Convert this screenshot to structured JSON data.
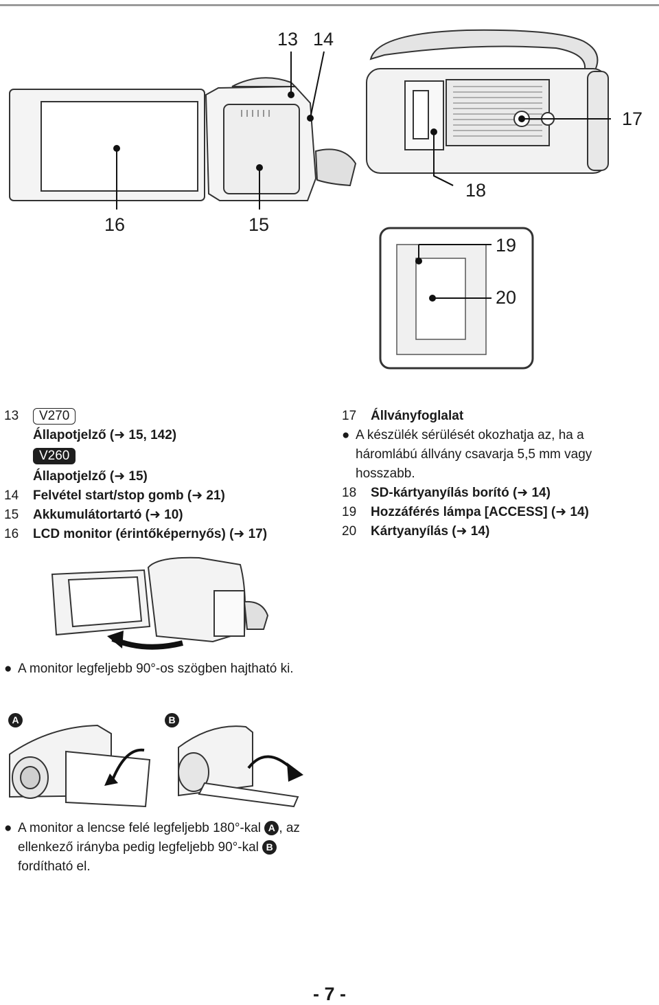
{
  "callouts": {
    "c13": "13",
    "c14": "14",
    "c15": "15",
    "c16": "16",
    "c17": "17",
    "c18": "18",
    "c19": "19",
    "c20": "20"
  },
  "left_list": {
    "item13_num": "13",
    "item13_model_a": "V270",
    "item13_text_a": "Állapotjelző (➜ 15, 142)",
    "item13_model_b": "V260",
    "item13_text_b": "Állapotjelző (➜ 15)",
    "items": [
      {
        "num": "14",
        "text": "Felvétel start/stop gomb (➜ 21)"
      },
      {
        "num": "15",
        "text": "Akkumulátortartó (➜ 10)"
      },
      {
        "num": "16",
        "text": "LCD monitor (érintőképernyős) (➜ 17)"
      }
    ]
  },
  "right_list": {
    "item17_num": "17",
    "item17_title": "Állványfoglalat",
    "item17_bullet": "A készülék sérülését okozhatja az, ha a háromlábú állvány csavarja 5,5 mm vagy hosszabb.",
    "items": [
      {
        "num": "18",
        "text": "SD-kártyanyílás borító (➜ 14)"
      },
      {
        "num": "19",
        "text": "Hozzáférés lámpa [ACCESS] (➜ 14)"
      },
      {
        "num": "20",
        "text": "Kártyanyílás (➜ 14)"
      }
    ]
  },
  "bullet1": "A monitor legfeljebb 90°-os szögben hajtható ki.",
  "label_a": "A",
  "label_b": "B",
  "bullet2": {
    "part1": "A monitor a lencse felé legfeljebb 180°-kal ",
    "badge_a": "A",
    "part2": ", az ellenkező irányba pedig legfeljebb 90°-kal ",
    "badge_b": "B",
    "part3": " fordítható el."
  },
  "bullet_symbol": "●",
  "page_number": "- 7 -"
}
